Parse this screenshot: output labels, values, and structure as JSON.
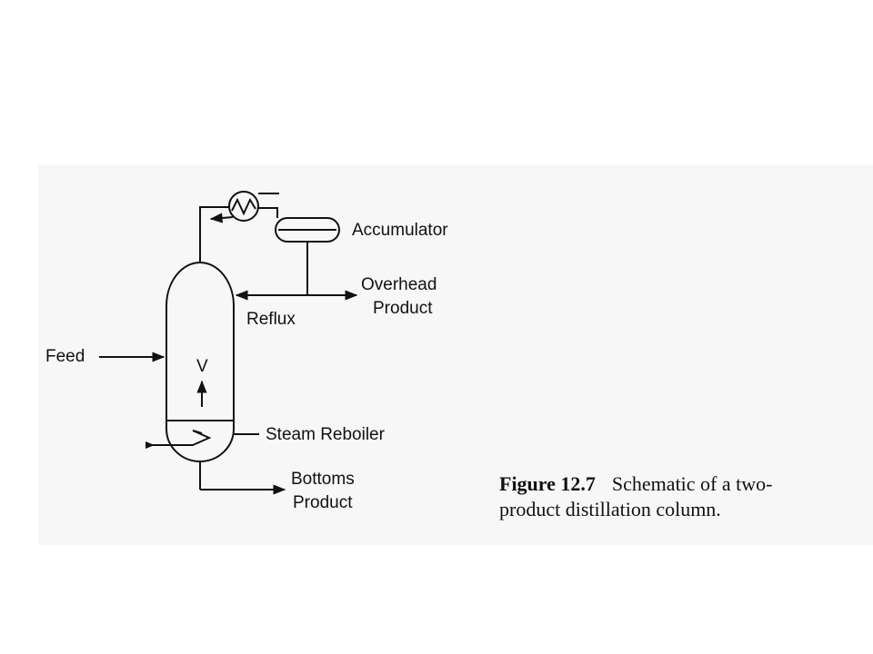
{
  "diagram": {
    "labels": {
      "accumulator": "Accumulator",
      "overhead_product": "Overhead",
      "overhead_product_2": "Product",
      "reflux": "Reflux",
      "feed": "Feed",
      "vapor": "V",
      "steam_reboiler": "Steam Reboiler",
      "bottoms_product": "Bottoms",
      "bottoms_product_2": "Product"
    }
  },
  "caption": {
    "figure_number": "Figure 12.7",
    "text_line1": "Schematic of a two-",
    "text_line2": "product distillation column."
  },
  "colors": {
    "ink": "#111111",
    "scan_background": "#f7f7f7",
    "page_background": "#ffffff"
  }
}
